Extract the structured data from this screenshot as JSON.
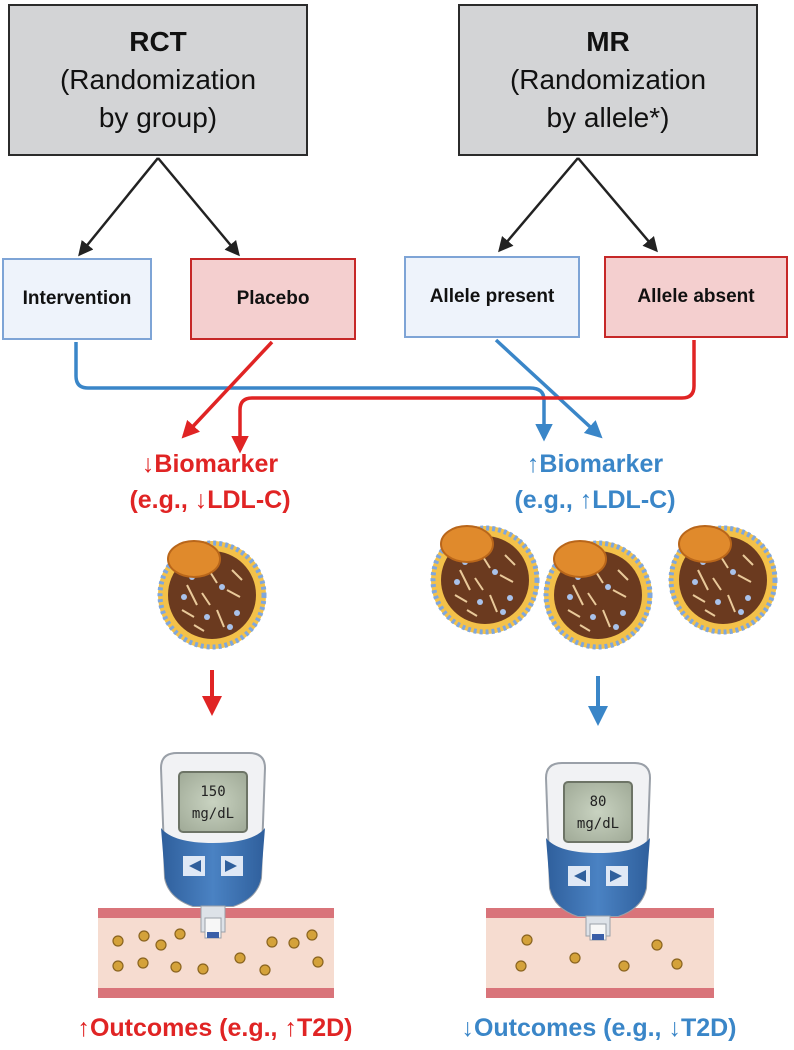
{
  "rct_box": {
    "title": "RCT",
    "subtitle": "(Randomization by group)"
  },
  "mr_box": {
    "title": "MR",
    "subtitle": "(Randomization by allele*)"
  },
  "groups": {
    "intervention": "Intervention",
    "placebo": "Placebo",
    "allele_present": "Allele present",
    "allele_absent": "Allele absent"
  },
  "left": {
    "biomarker": "↓Biomarker",
    "example": "(e.g., ↓LDL-C)",
    "meter_value": "150",
    "meter_unit": "mg/dL",
    "outcome": "↑Outcomes (e.g., ↑T2D)"
  },
  "right": {
    "biomarker": "↑Biomarker",
    "example": "(e.g., ↑LDL-C)",
    "meter_value": "80",
    "meter_unit": "mg/dL",
    "outcome": "↓Outcomes (e.g., ↓T2D)"
  },
  "colors": {
    "red": "#e02424",
    "blue": "#3a86c8",
    "box_gray": "#d3d4d6",
    "lipoprotein_core": "#6b3a1f",
    "apoprotein": "#e08a2c"
  },
  "icons": {
    "lipoprotein": "ldl-particle-icon",
    "meter": "glucose-meter-icon",
    "vessel": "blood-vessel-icon"
  }
}
